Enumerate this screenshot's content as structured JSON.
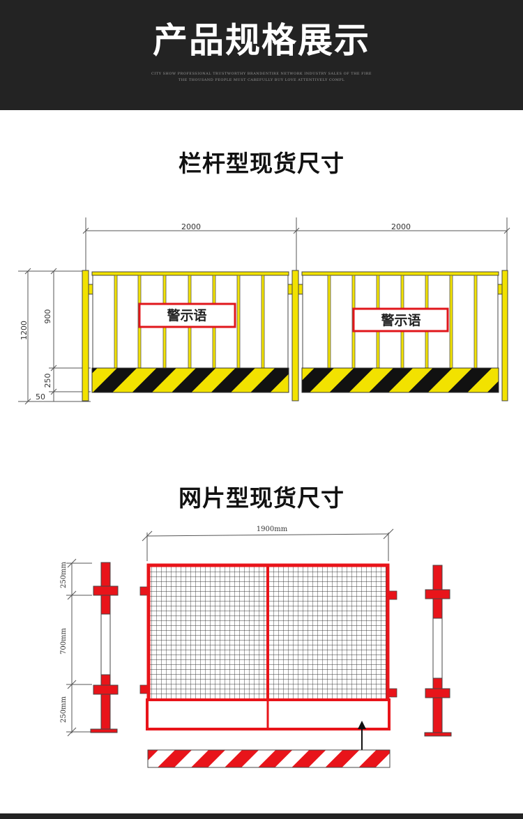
{
  "banner": {
    "title": "产品规格展示",
    "subtitle_1": "CITY SHOW PROFESSIONAL TRUSTWORTHY BRANDENTIRE NETWORK INDUSTRY SALES OF THE FIRE",
    "subtitle_2": "THE THOUSAND PEOPLE MUST CAREFULLY BUY LOVE ATTENTIVELY COMPL"
  },
  "railing": {
    "title": "栏杆型现货尺寸",
    "width_left": "2000",
    "width_right": "2000",
    "height_total": "1200",
    "height_upper": "900",
    "height_band": "250",
    "height_foot": "50",
    "sign_left": "警示语",
    "sign_right": "警示语"
  },
  "mesh": {
    "title": "网片型现货尺寸",
    "width": "1900mm",
    "height_top": "250mm",
    "height_mid": "700mm",
    "height_bottom": "250mm"
  },
  "colors": {
    "banner_bg": "#232323",
    "railing_yellow": "#f2e200",
    "hazard_black": "#111111",
    "mesh_red": "#e8141a",
    "sign_red": "#e0161b"
  }
}
